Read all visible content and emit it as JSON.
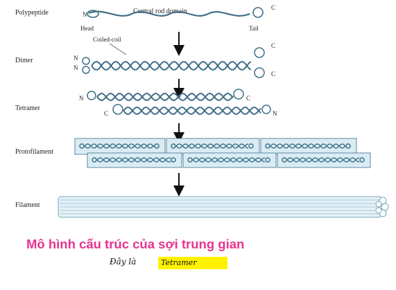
{
  "stages": {
    "polypeptide": "Polypeptide",
    "dimer": "Dimer",
    "tetramer": "Tetramer",
    "protofilament": "Protofilament",
    "filament": "Filament"
  },
  "annotations": {
    "central_rod_domain": "Central rod domain",
    "head": "Head",
    "tail": "Tail",
    "coiled_coil": "Coiled-coil",
    "n_terminus": "N",
    "c_terminus": "C"
  },
  "caption": "Mô hình cấu trúc của sợi trung gian",
  "handwritten_note": "Đây là",
  "highlighted_note": "Tetramer",
  "colors": {
    "strand": "#3f6f87",
    "strand_light": "#7aa6bb",
    "box_fill": "#d9ecf4",
    "filament_fill": "#e4f1f7",
    "caption": "#e8338f",
    "highlight": "#fff200"
  }
}
